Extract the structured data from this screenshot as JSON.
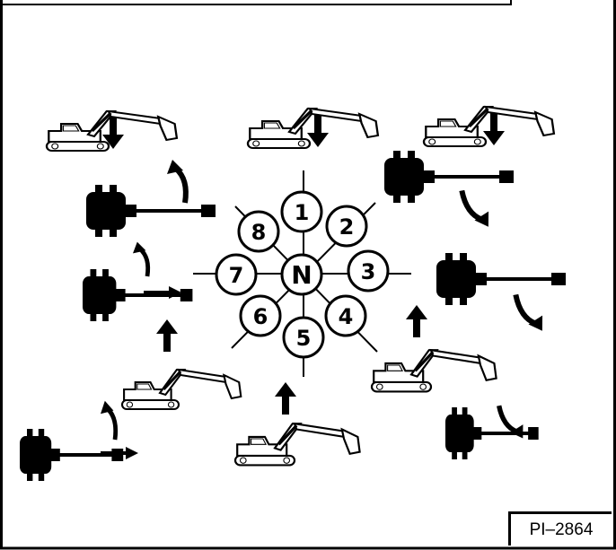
{
  "diagram": {
    "center_label": "N",
    "positions": [
      "1",
      "2",
      "3",
      "4",
      "5",
      "6",
      "7",
      "8"
    ],
    "figure_code": "PI–2864"
  },
  "colors": {
    "ink": "#000000",
    "paper": "#ffffff"
  },
  "icons": [
    "excavator-icon",
    "joystick-icon",
    "down-arrow-icon",
    "up-arrow-icon",
    "curved-arrow-icon"
  ]
}
